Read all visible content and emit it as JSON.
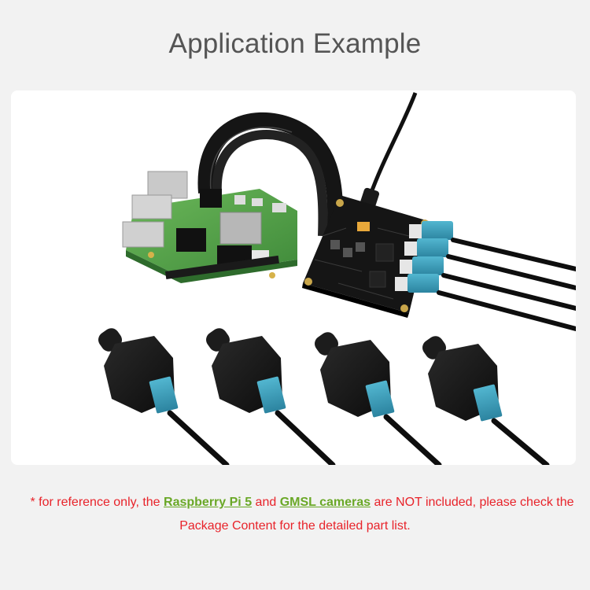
{
  "heading": {
    "title": "Application Example"
  },
  "image": {
    "description": "Raspberry Pi 5 connected via FPC ribbon cable to a GMSL camera adapter board with four blue FAKRA connectors and cables, plus four GMSL cameras",
    "components": [
      "Raspberry Pi 5",
      "FPC ribbon cable",
      "GMSL adapter board",
      "4x FAKRA connector cables",
      "4x GMSL cameras",
      "DC power cable"
    ]
  },
  "note": {
    "prefix": "* for reference only, the ",
    "link1": "Raspberry Pi 5",
    "middle": " and ",
    "link2": "GMSL cameras",
    "suffix": " are NOT included, please check the",
    "line2": "Package Content for the detailed part list."
  },
  "colors": {
    "background": "#f2f2f2",
    "card": "#ffffff",
    "title": "#555555",
    "note_text": "#e8232a",
    "link": "#6aa827",
    "connector_blue": "#3a9bb8",
    "pcb_green": "#5aa84a"
  }
}
